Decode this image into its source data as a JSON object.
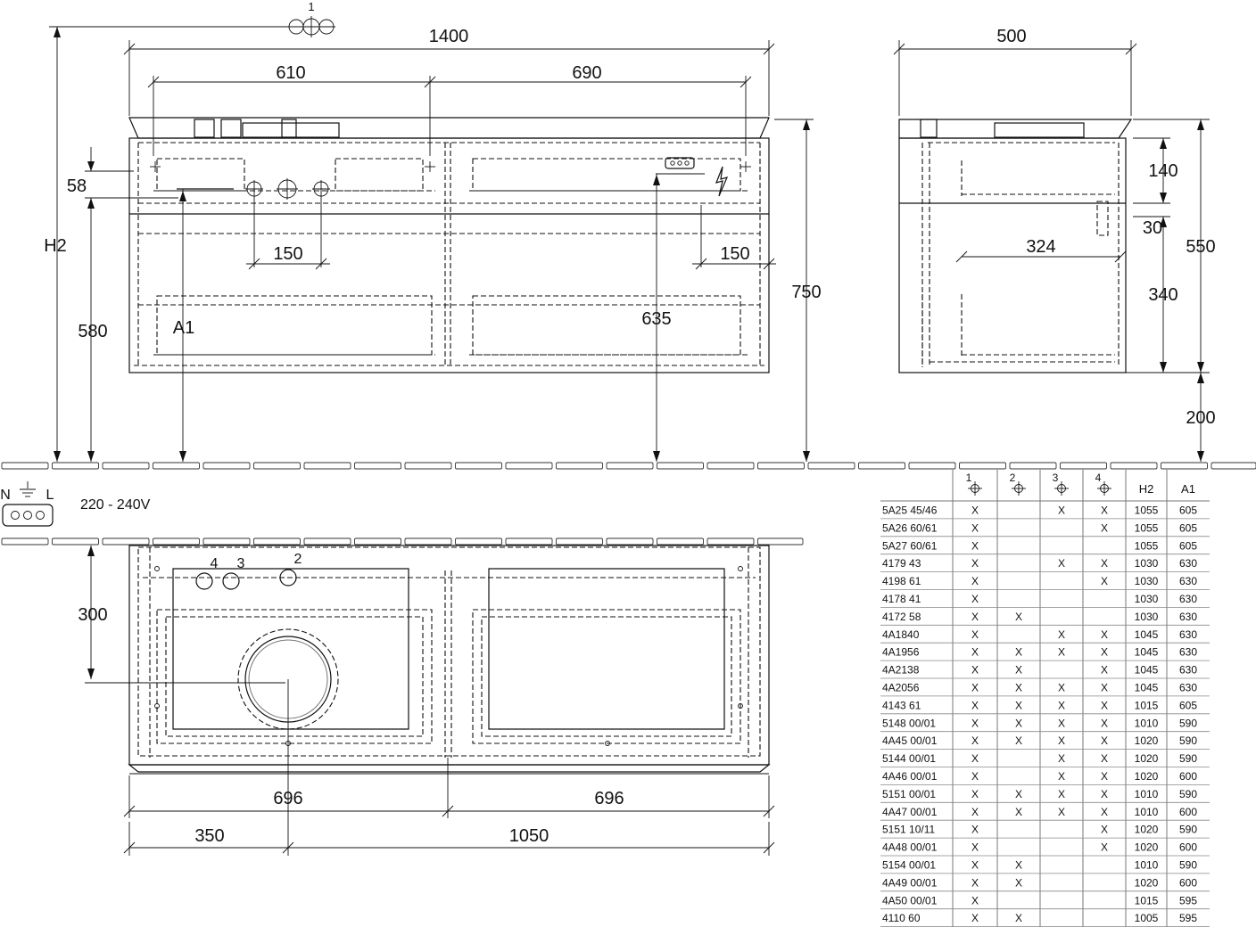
{
  "front_view": {
    "dim_total_width": "1400",
    "dim_left_section": "610",
    "dim_right_section": "690",
    "dim_height_h2": "H2",
    "dim_58": "58",
    "dim_580": "580",
    "dim_150_left": "150",
    "dim_150_right": "150",
    "dim_a1": "A1",
    "dim_635": "635",
    "dim_750": "750",
    "connection_label_1": "1"
  },
  "side_view": {
    "dim_depth": "500",
    "dim_140": "140",
    "dim_30": "30",
    "dim_324": "324",
    "dim_340": "340",
    "dim_550": "550",
    "dim_200": "200"
  },
  "electrical": {
    "label_n": "N",
    "label_l": "L",
    "voltage": "220 - 240V"
  },
  "plan_view": {
    "dim_300": "300",
    "dim_696_left": "696",
    "dim_696_right": "696",
    "dim_350": "350",
    "dim_1050": "1050",
    "label_4": "4",
    "label_3": "3",
    "label_2": "2"
  },
  "table": {
    "headers": [
      "1",
      "2",
      "3",
      "4",
      "H2",
      "A1"
    ],
    "rows": [
      [
        "5A25 45/46",
        "X",
        "",
        "X",
        "X",
        "1055",
        "605"
      ],
      [
        "5A26 60/61",
        "X",
        "",
        "",
        "X",
        "1055",
        "605"
      ],
      [
        "5A27 60/61",
        "X",
        "",
        "",
        "",
        "1055",
        "605"
      ],
      [
        "4179 43",
        "X",
        "",
        "X",
        "X",
        "1030",
        "630"
      ],
      [
        "4198 61",
        "X",
        "",
        "",
        "X",
        "1030",
        "630"
      ],
      [
        "4178 41",
        "X",
        "",
        "",
        "",
        "1030",
        "630"
      ],
      [
        "4172 58",
        "X",
        "X",
        "",
        "",
        "1030",
        "630"
      ],
      [
        "4A1840",
        "X",
        "",
        "X",
        "X",
        "1045",
        "630"
      ],
      [
        "4A1956",
        "X",
        "X",
        "X",
        "X",
        "1045",
        "630"
      ],
      [
        "4A2138",
        "X",
        "X",
        "",
        "X",
        "1045",
        "630"
      ],
      [
        "4A2056",
        "X",
        "X",
        "X",
        "X",
        "1045",
        "630"
      ],
      [
        "4143 61",
        "X",
        "X",
        "X",
        "X",
        "1015",
        "605"
      ],
      [
        "5148 00/01",
        "X",
        "X",
        "X",
        "X",
        "1010",
        "590"
      ],
      [
        "4A45 00/01",
        "X",
        "X",
        "X",
        "X",
        "1020",
        "590"
      ],
      [
        "5144 00/01",
        "X",
        "",
        "X",
        "X",
        "1020",
        "590"
      ],
      [
        "4A46 00/01",
        "X",
        "",
        "X",
        "X",
        "1020",
        "600"
      ],
      [
        "5151 00/01",
        "X",
        "X",
        "X",
        "X",
        "1010",
        "590"
      ],
      [
        "4A47 00/01",
        "X",
        "X",
        "X",
        "X",
        "1010",
        "600"
      ],
      [
        "5151 10/11",
        "X",
        "",
        "",
        "X",
        "1020",
        "590"
      ],
      [
        "4A48 00/01",
        "X",
        "",
        "",
        "X",
        "1020",
        "600"
      ],
      [
        "5154 00/01",
        "X",
        "X",
        "",
        "",
        "1010",
        "590"
      ],
      [
        "4A49 00/01",
        "X",
        "X",
        "",
        "",
        "1020",
        "600"
      ],
      [
        "4A50 00/01",
        "X",
        "",
        "",
        "",
        "1015",
        "595"
      ],
      [
        "4110 60",
        "X",
        "X",
        "",
        "",
        "1005",
        "595"
      ]
    ]
  }
}
